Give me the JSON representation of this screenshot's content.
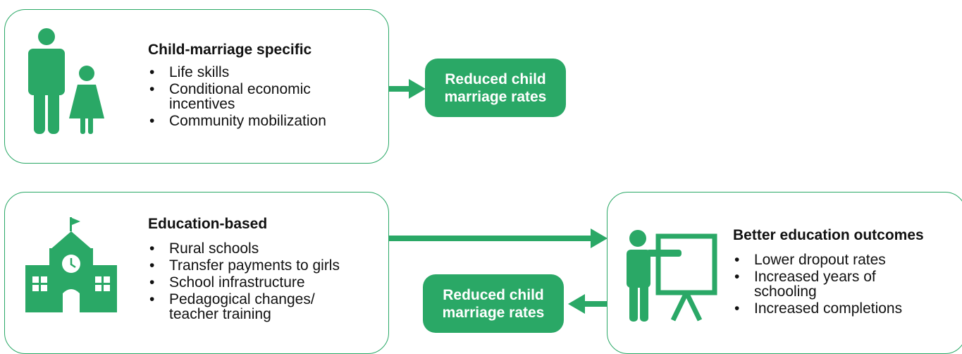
{
  "colors": {
    "accent": "#2aa866",
    "text": "#111111",
    "pill_text": "#ffffff"
  },
  "panel_top": {
    "icon": "adult-and-child-icon",
    "heading": "Child-marriage specific",
    "items": [
      "Life skills",
      "Conditional economic incentives",
      "Community mobilization"
    ],
    "outcome_pill": "Reduced child\nmarriage rates"
  },
  "panel_bottom": {
    "icon": "school-building-icon",
    "heading": "Education-based",
    "items": [
      "Rural schools",
      "Transfer payments to girls",
      "School infrastructure",
      "Pedagogical changes/ teacher training"
    ],
    "outcome_pill": "Reduced child\nmarriage rates"
  },
  "panel_right": {
    "icon": "teacher-at-board-icon",
    "heading": "Better education outcomes",
    "items": [
      "Lower dropout rates",
      "Increased years of schooling",
      "Increased completions"
    ]
  }
}
